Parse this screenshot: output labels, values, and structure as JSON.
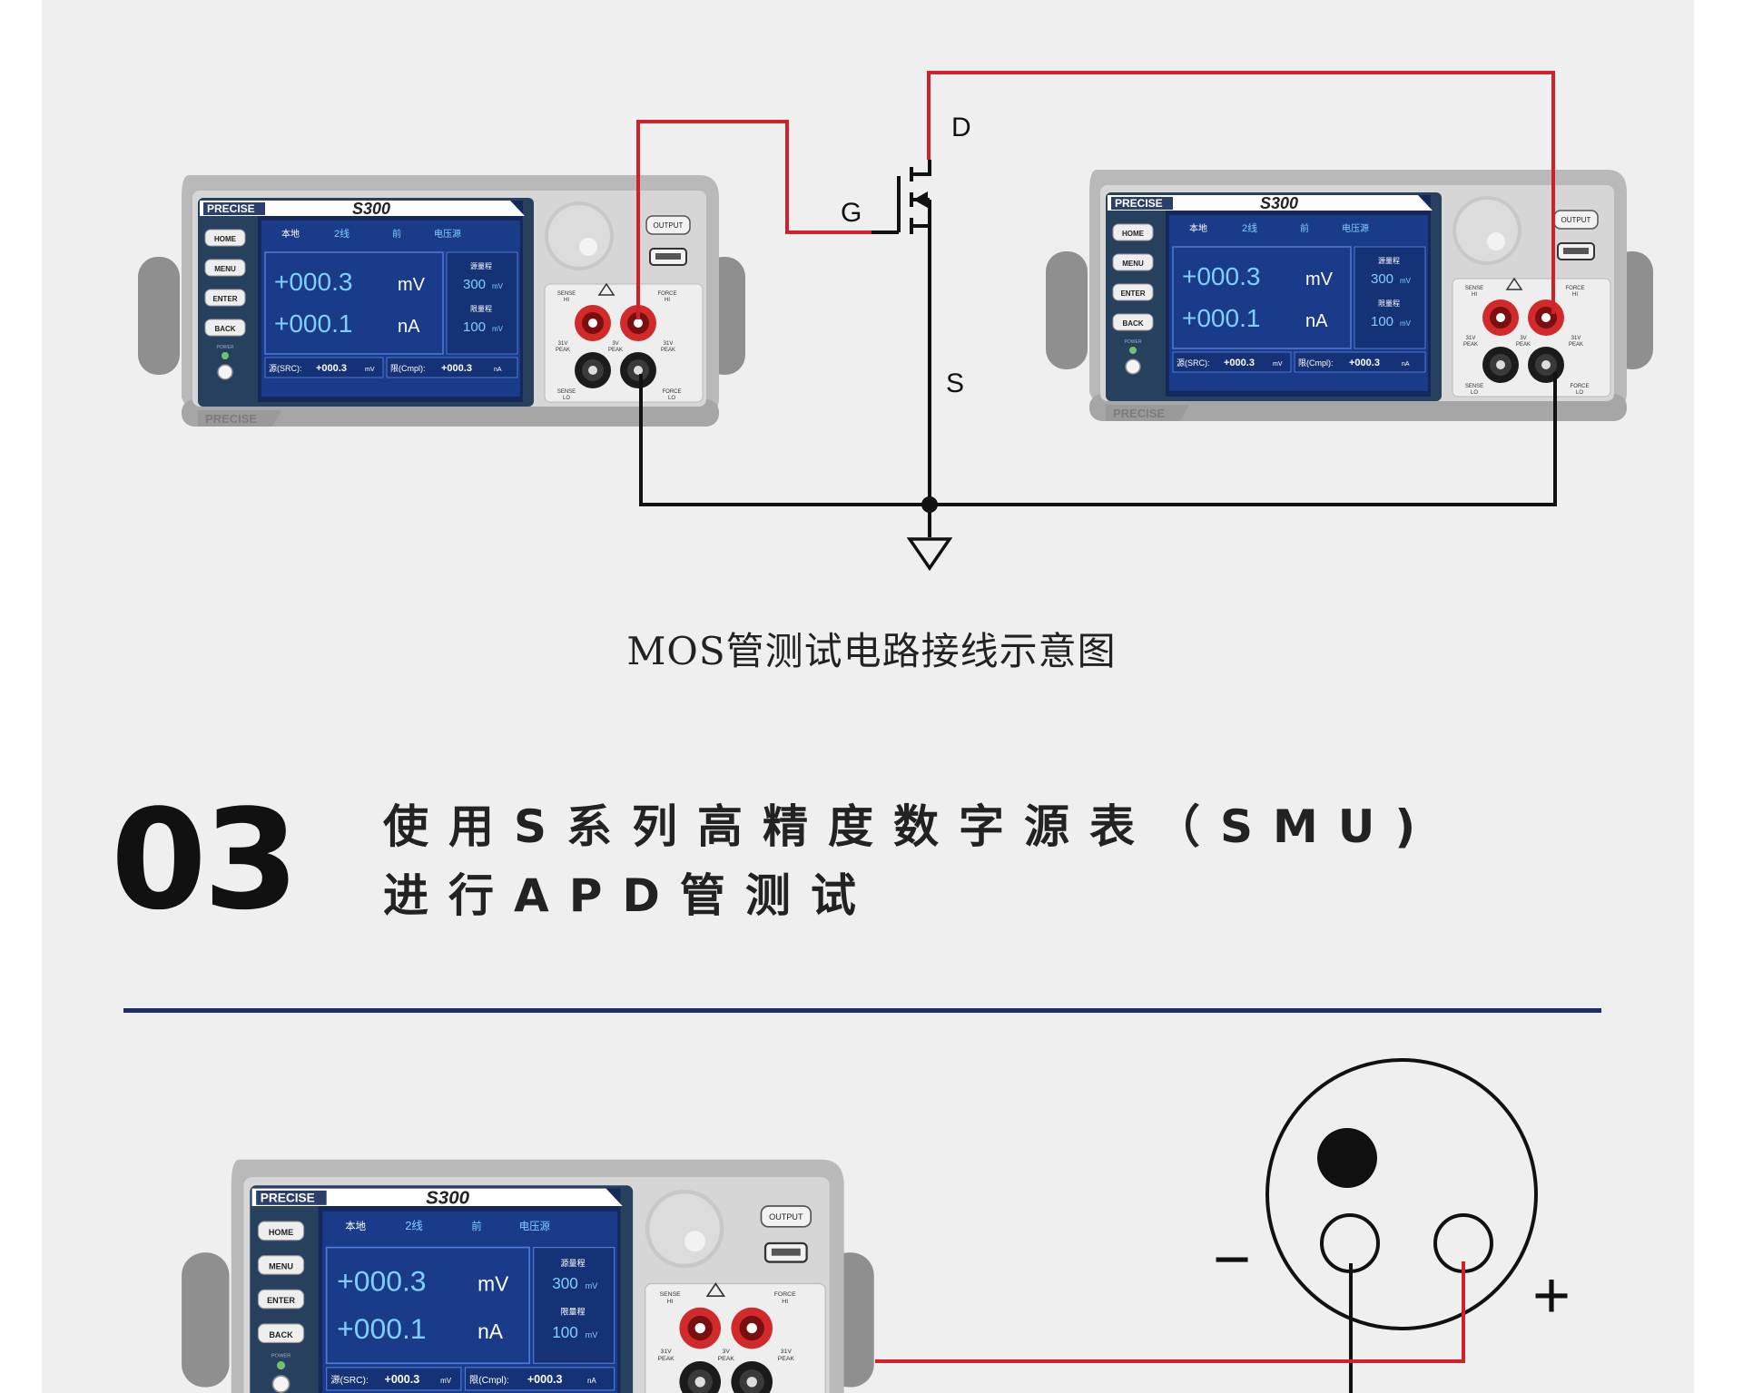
{
  "caption": "MOS管测试电路接线示意图",
  "section": {
    "number": "03",
    "line1": "使用S系列高精度数字源表（SMU)",
    "line2": "进行APD管测试"
  },
  "mos_labels": {
    "drain": "D",
    "gate": "G",
    "source": "S"
  },
  "apd_labels": {
    "minus": "−",
    "plus": "+"
  },
  "instrument": {
    "brand": "PRECISE",
    "model": "S300",
    "buttons": [
      "HOME",
      "MENU",
      "ENTER",
      "BACK"
    ],
    "power_label": "POWER",
    "status_bar": [
      "本地",
      "2线",
      "前",
      "电压源"
    ],
    "main_voltage": "+000.3",
    "voltage_unit": "mV",
    "main_current": "+000.1",
    "current_unit": "nA",
    "src_range_label": "源量程",
    "src_range_value": "300",
    "src_range_unit": "mV",
    "lim_range_label": "限量程",
    "lim_range_value": "100",
    "lim_range_unit": "mV",
    "src_footer_label": "源(SRC):",
    "src_footer_value": "+000.3",
    "src_footer_unit": "mV",
    "cmpl_footer_label": "限(Cmpl):",
    "cmpl_footer_value": "+000.3",
    "cmpl_footer_unit": "nA",
    "output_label": "OUTPUT",
    "sense_hi": [
      "SENSE",
      "HI"
    ],
    "force_hi": [
      "FORCE",
      "HI"
    ],
    "sense_lo": [
      "SENSE",
      "LO"
    ],
    "force_lo": [
      "FORCE",
      "LO"
    ],
    "peak_labels": [
      "31V",
      "PEAK",
      "3V",
      "PEAK",
      "31V",
      "PEAK"
    ]
  },
  "colors": {
    "wire_red": "#d0202a",
    "wire_black": "#111111",
    "screen_blue": "#1a3a8a",
    "digit_blue": "#7fd0ff",
    "rule_navy": "#1f2b6c"
  }
}
